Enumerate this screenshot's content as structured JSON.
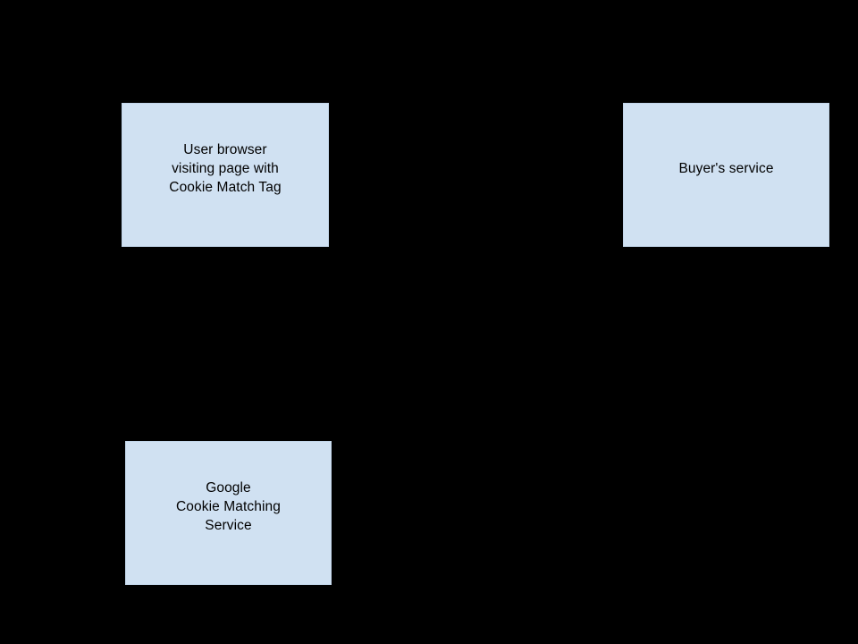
{
  "diagram": {
    "background_color": "#000000",
    "node_fill_color": "#d0e1f2",
    "node_border_color": "#c2d6ea",
    "node_text_color": "#000000",
    "nodes": [
      {
        "id": "user-browser",
        "label": "User browser\nvisiting page with\nCookie Match Tag"
      },
      {
        "id": "buyers-service",
        "label": "Buyer's service"
      },
      {
        "id": "google-cookie-matching-service",
        "label": "Google\nCookie Matching\nService"
      }
    ]
  }
}
